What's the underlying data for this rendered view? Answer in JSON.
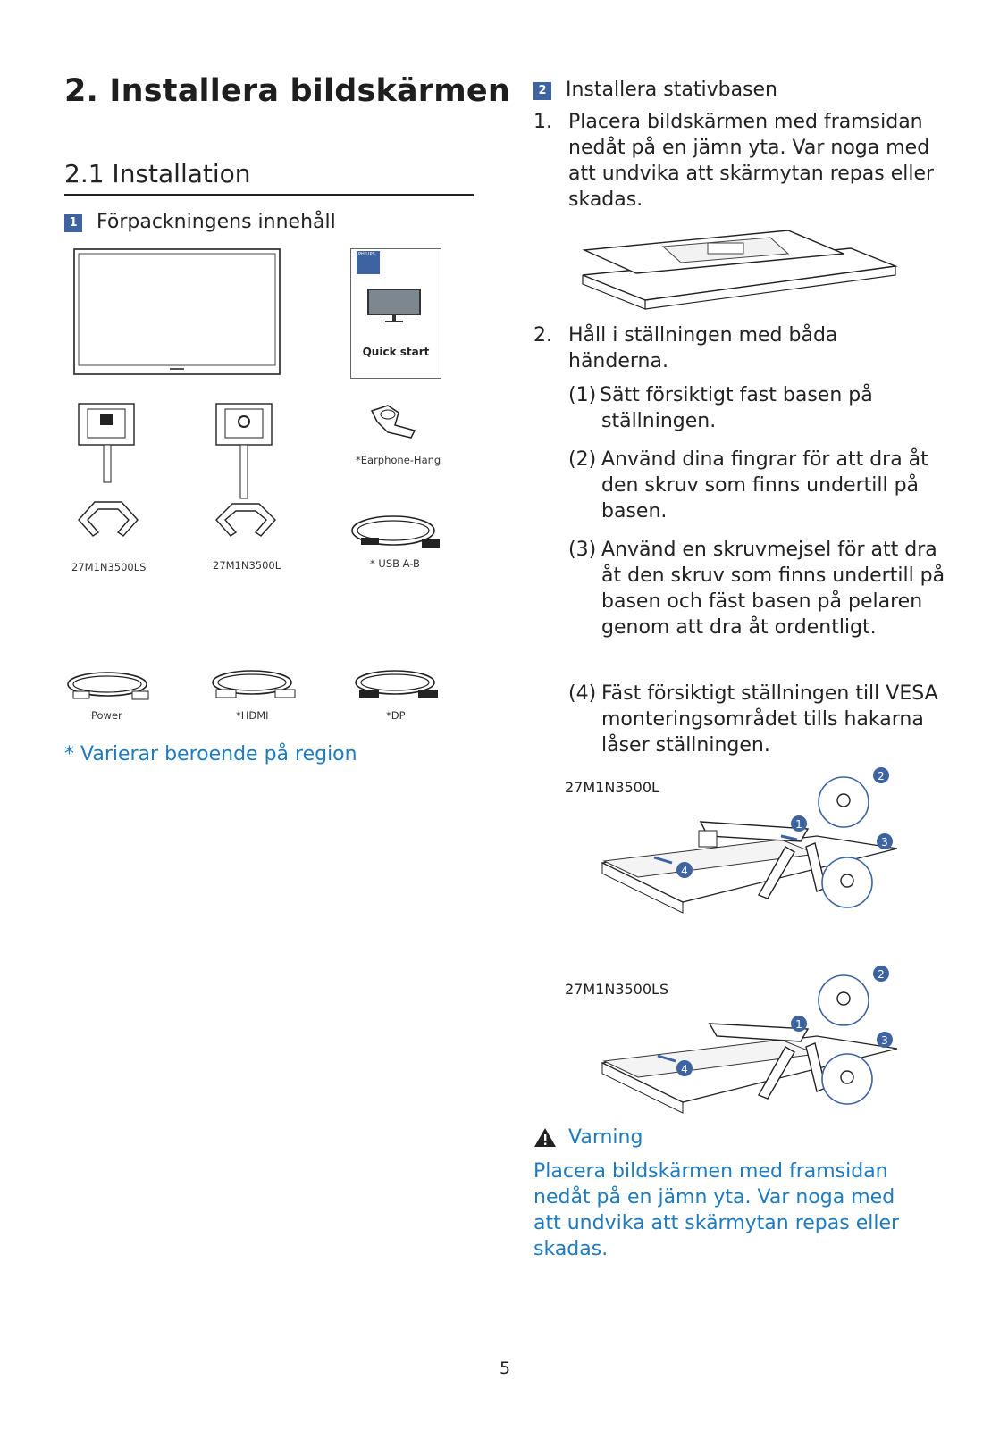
{
  "chapter_title": "2.  Installera bildskärmen",
  "section_title": "2.1  Installation",
  "step1": {
    "badge": "1",
    "title": "Förpackningens innehåll"
  },
  "package": {
    "quick_start": "Quick start",
    "brand": "PHILIPS",
    "labels": {
      "model_ls": "27M1N3500LS",
      "model_l": "27M1N3500L",
      "earphone": "*Earphone-Hang",
      "usb": "* USB A-B",
      "power": "Power",
      "hdmi": "*HDMI",
      "dp": "*DP"
    }
  },
  "region_note": "* Varierar beroende på region",
  "step2": {
    "badge": "2",
    "title": "Installera stativbasen"
  },
  "instructions": [
    {
      "num": "1.",
      "text": "Placera bildskärmen med framsidan nedåt på en jämn yta. Var noga med att undvika att skärmytan repas eller skadas."
    },
    {
      "num": "2.",
      "text": "Håll i ställningen med båda händerna."
    }
  ],
  "substeps": [
    {
      "num": "(1)",
      "text": "Sätt försiktigt fast basen på ställningen."
    },
    {
      "num": "(2)",
      "text": "Använd dina fingrar för att dra åt den skruv som finns undertill på basen."
    },
    {
      "num": "(3)",
      "text": "Använd en skruvmejsel för att dra åt den skruv som finns undertill på basen och fäst basen på pelaren genom att dra åt ordentligt."
    },
    {
      "num": "(4)",
      "text": "Fäst försiktigt ställningen till VESA monteringsområdet tills hakarna låser ställningen."
    }
  ],
  "figures": {
    "model_l": "27M1N3500L",
    "model_ls": "27M1N3500LS",
    "callouts": [
      "1",
      "2",
      "3",
      "4"
    ]
  },
  "warning": {
    "icon": "warning-triangle-icon",
    "title": "Varning",
    "text": "Placera bildskärmen med framsidan nedåt på en jämn yta. Var noga med att undvika att skärmytan repas eller skadas."
  },
  "page_number": "5",
  "colors": {
    "accent_blue": "#1f7bbf",
    "badge_blue": "#3d63a0"
  }
}
